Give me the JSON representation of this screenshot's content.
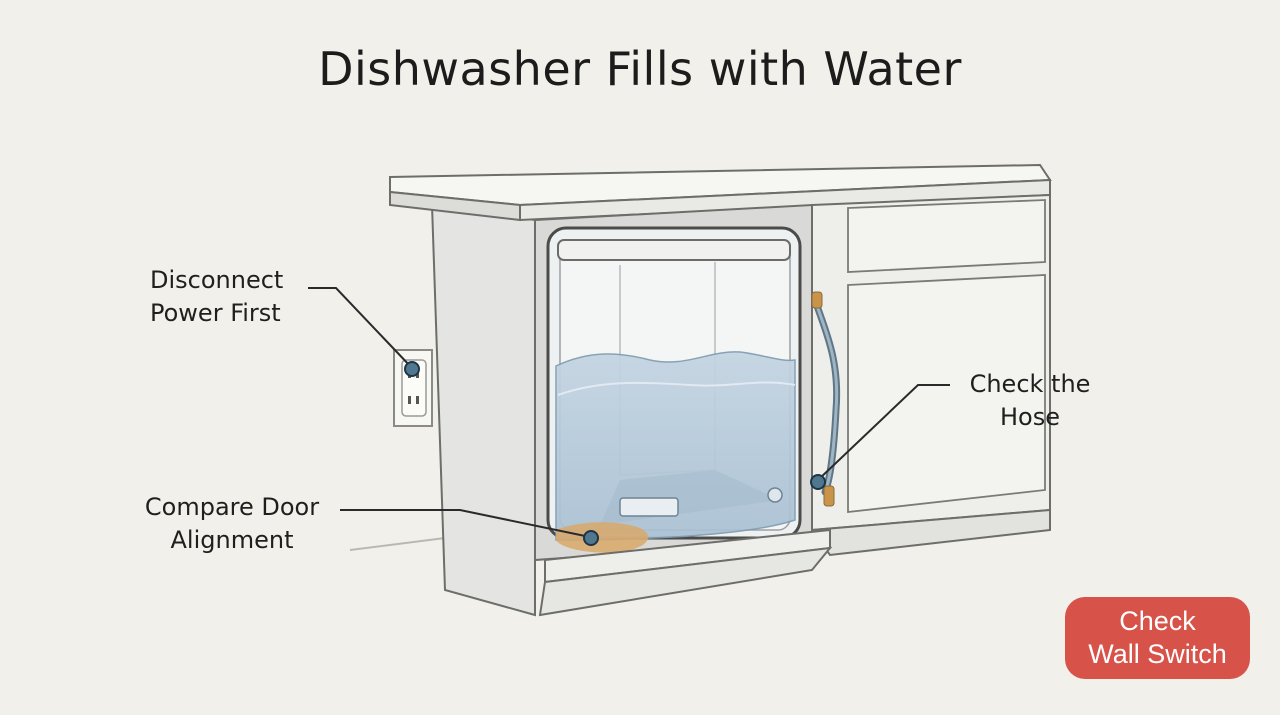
{
  "title": "Dishwasher Fills with Water",
  "callouts": {
    "power": [
      "Disconnect",
      "Power First"
    ],
    "hose": [
      "Check the",
      "Hose"
    ],
    "door": [
      "Compare Door",
      "Alignment"
    ]
  },
  "button": {
    "line1": "Check",
    "line2": "Wall Switch"
  },
  "colors": {
    "background": "#f1f0ea",
    "water": "#b9cddd",
    "accent_badge": "#d7534a",
    "marker": "#4f7890",
    "fitting": "#c9944a"
  }
}
